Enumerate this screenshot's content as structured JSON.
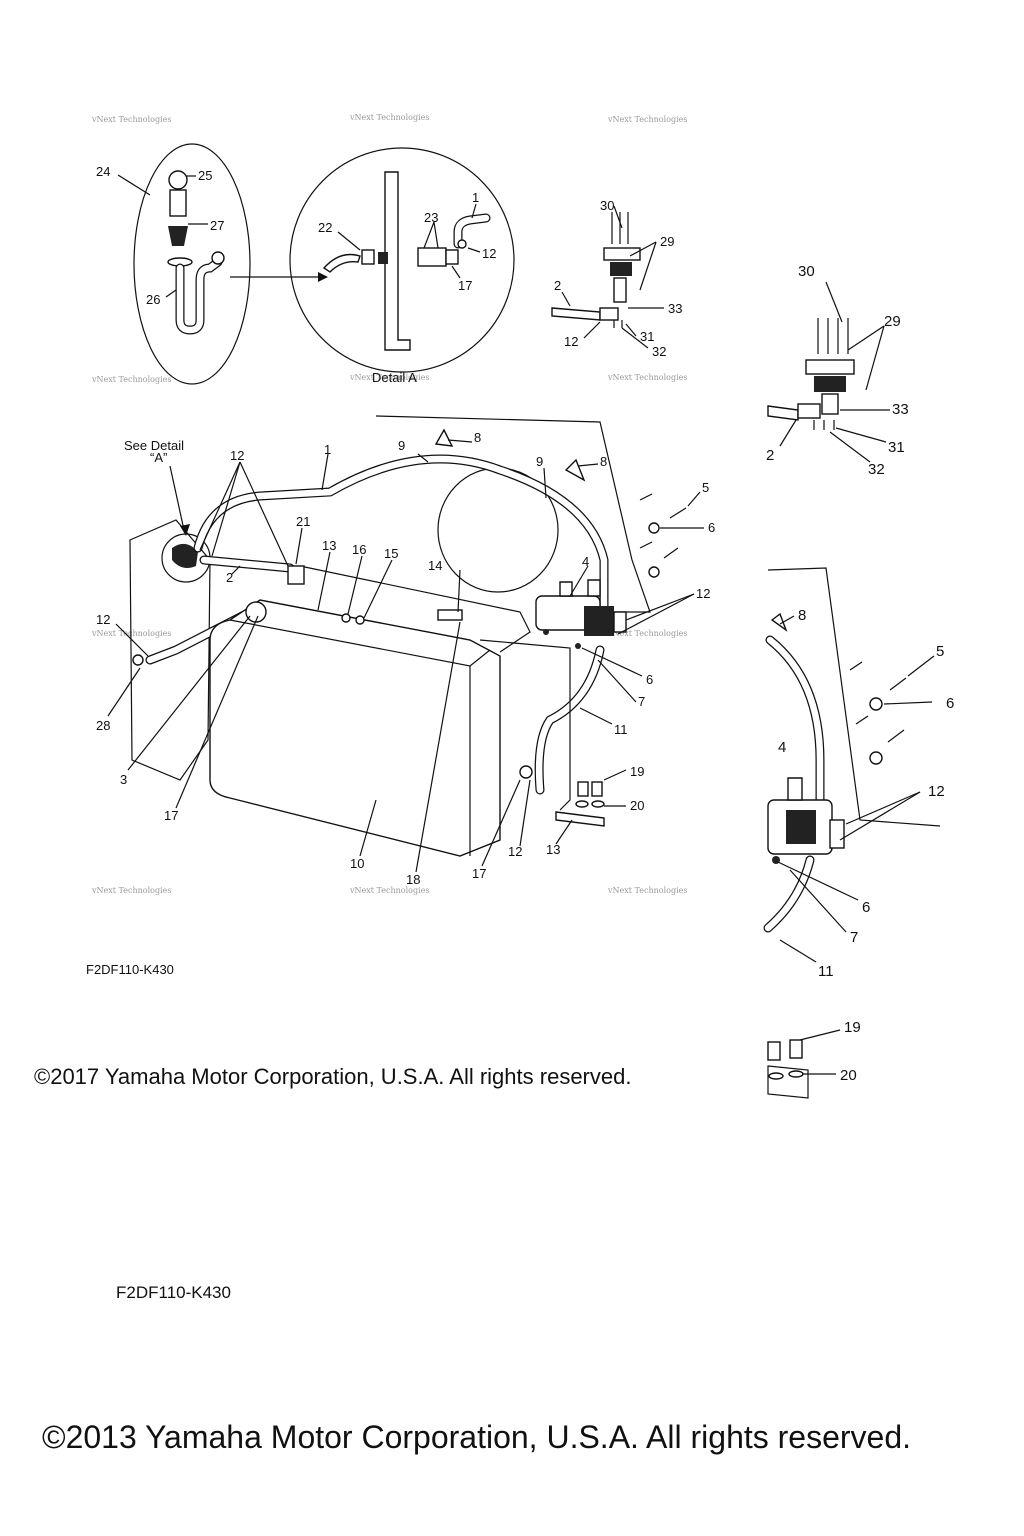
{
  "detail": {
    "title": "Detail A",
    "see_detail_line1": "See Detail",
    "see_detail_line2": "“A”"
  },
  "watermark": "vNext Technologies",
  "figure_code_primary": "F2DF110-K430",
  "figure_code_secondary": "F2DF110-K430",
  "copyright_primary": "©2017 Yamaha Motor Corporation, U.S.A. All rights reserved.",
  "copyright_secondary": "©2013 Yamaha Motor Corporation, U.S.A. All rights reserved.",
  "callouts": {
    "c1a": "1",
    "c1b": "1",
    "c2a": "2",
    "c2b": "2",
    "c2c": "2",
    "c3": "3",
    "c4a": "4",
    "c4b": "4",
    "c5a": "5",
    "c5b": "5",
    "c6a": "6",
    "c6b": "6",
    "c6c": "6",
    "c6d": "6",
    "c7a": "7",
    "c7b": "7",
    "c8a": "8",
    "c8b": "8",
    "c8c": "8",
    "c9a": "9",
    "c9b": "9",
    "c10": "10",
    "c11a": "11",
    "c11b": "11",
    "c12a": "12",
    "c12b": "12",
    "c12c": "12",
    "c12d": "12",
    "c12e": "12",
    "c12f": "12",
    "c12g": "12",
    "c13a": "13",
    "c13b": "13",
    "c14": "14",
    "c15": "15",
    "c16": "16",
    "c17a": "17",
    "c17b": "17",
    "c17c": "17",
    "c18": "18",
    "c19a": "19",
    "c19b": "19",
    "c20a": "20",
    "c20b": "20",
    "c21": "21",
    "c22": "22",
    "c23": "23",
    "c24": "24",
    "c25": "25",
    "c26": "26",
    "c27": "27",
    "c28": "28",
    "c29a": "29",
    "c29b": "29",
    "c30a": "30",
    "c30b": "30",
    "c31a": "31",
    "c31b": "31",
    "c32a": "32",
    "c32b": "32",
    "c33a": "33",
    "c33b": "33"
  }
}
